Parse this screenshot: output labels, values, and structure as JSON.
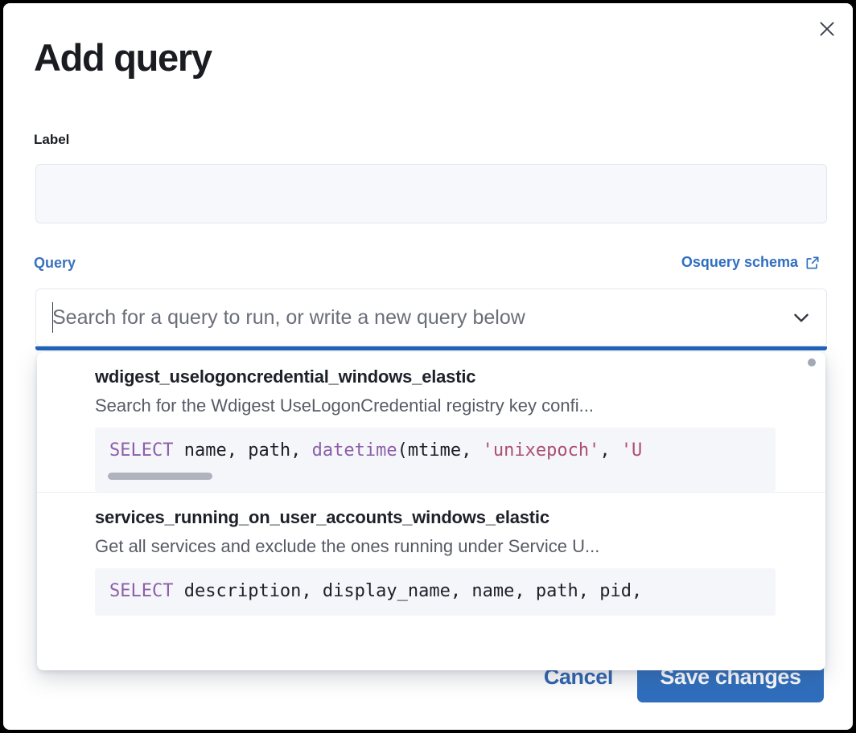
{
  "modal": {
    "title": "Add query",
    "close_icon": "close-icon"
  },
  "label_field": {
    "label": "Label",
    "value": "",
    "placeholder": ""
  },
  "query_field": {
    "label": "Query",
    "schema_link": "Osquery schema",
    "schema_link_icon": "external-link-icon",
    "placeholder": "Search for a query to run, or write a new query below",
    "value": "",
    "chevron_icon": "chevron-down-icon"
  },
  "dropdown": {
    "options": [
      {
        "title": "wdigest_uselogoncredential_windows_elastic",
        "description": "Search for the Wdigest UseLogonCredential registry key confi...",
        "code_tokens": [
          {
            "t": "SELECT",
            "c": "kw"
          },
          {
            "t": " name, path, ",
            "c": ""
          },
          {
            "t": "datetime",
            "c": "fn"
          },
          {
            "t": "(mtime, ",
            "c": ""
          },
          {
            "t": "'unixepoch'",
            "c": "str"
          },
          {
            "t": ", ",
            "c": ""
          },
          {
            "t": "'U",
            "c": "str"
          }
        ],
        "has_scrollbar": true
      },
      {
        "title": "services_running_on_user_accounts_windows_elastic",
        "description": "Get all services and exclude the ones running under Service U...",
        "code_tokens": [
          {
            "t": "SELECT",
            "c": "kw"
          },
          {
            "t": " description, display_name, name, path, pid,",
            "c": ""
          }
        ],
        "has_scrollbar": false
      }
    ]
  },
  "footer": {
    "cancel_label": "Cancel",
    "save_label": "Save changes"
  },
  "colors": {
    "accent_blue": "#2f6ebd",
    "link_blue": "#2f6ec0",
    "focus_bar": "#2163ba",
    "keyword_purple": "#8c5fa8",
    "string_rose": "#ab4f72",
    "code_bg": "#f5f6fa",
    "input_bg": "#f7f8fc"
  }
}
